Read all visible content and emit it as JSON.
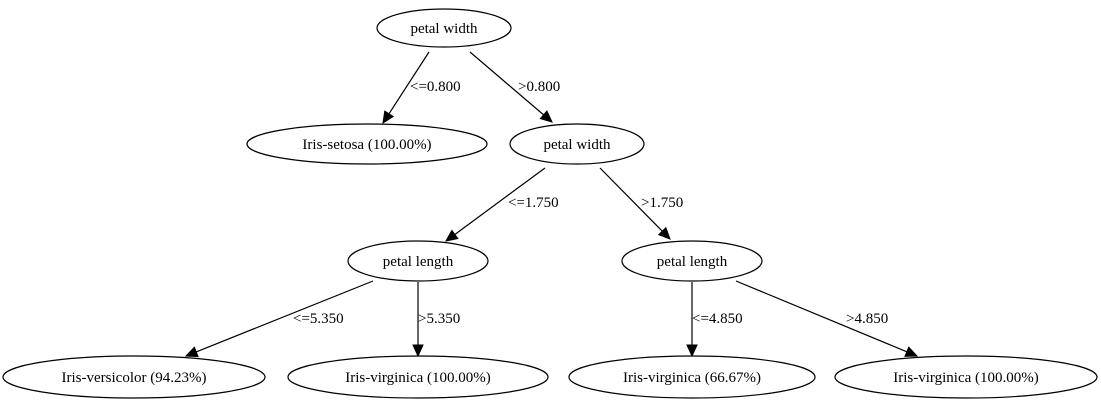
{
  "diagram": {
    "type": "decision-tree",
    "nodes": [
      {
        "id": "root",
        "label": "petal width",
        "kind": "split"
      },
      {
        "id": "setosa",
        "label": "Iris-setosa (100.00%)",
        "kind": "leaf"
      },
      {
        "id": "pw2",
        "label": "petal width",
        "kind": "split"
      },
      {
        "id": "pl_left",
        "label": "petal length",
        "kind": "split"
      },
      {
        "id": "pl_right",
        "label": "petal length",
        "kind": "split"
      },
      {
        "id": "versicolor",
        "label": "Iris-versicolor (94.23%)",
        "kind": "leaf"
      },
      {
        "id": "virginica1",
        "label": "Iris-virginica (100.00%)",
        "kind": "leaf"
      },
      {
        "id": "virginica2",
        "label": "Iris-virginica (66.67%)",
        "kind": "leaf"
      },
      {
        "id": "virginica3",
        "label": "Iris-virginica (100.00%)",
        "kind": "leaf"
      }
    ],
    "edges": [
      {
        "from": "root",
        "to": "setosa",
        "label": "<=0.800"
      },
      {
        "from": "root",
        "to": "pw2",
        "label": ">0.800"
      },
      {
        "from": "pw2",
        "to": "pl_left",
        "label": "<=1.750"
      },
      {
        "from": "pw2",
        "to": "pl_right",
        "label": ">1.750"
      },
      {
        "from": "pl_left",
        "to": "versicolor",
        "label": "<=5.350"
      },
      {
        "from": "pl_left",
        "to": "virginica1",
        "label": ">5.350"
      },
      {
        "from": "pl_right",
        "to": "virginica2",
        "label": "<=4.850"
      },
      {
        "from": "pl_right",
        "to": "virginica3",
        "label": ">4.850"
      }
    ]
  }
}
